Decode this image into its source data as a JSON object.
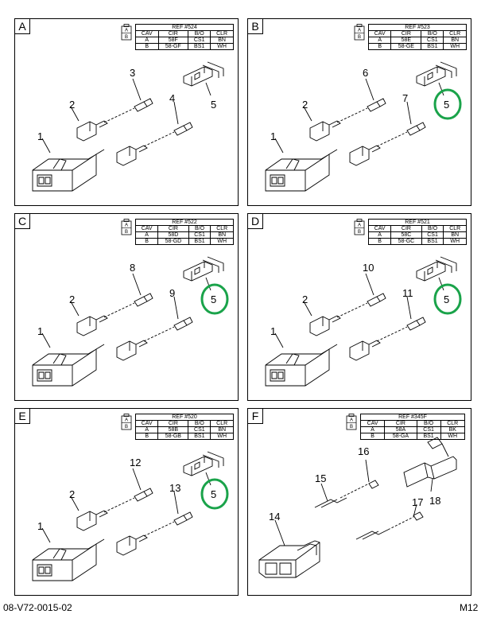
{
  "panels": [
    {
      "letter": "A",
      "ref": "REF #524",
      "headers": [
        "CAV",
        "CIR",
        "B/O",
        "CLR"
      ],
      "rows": [
        [
          "A",
          "58F",
          "CS1",
          "BN"
        ],
        [
          "B",
          "58-GF",
          "BS1",
          "WH"
        ]
      ],
      "callouts": [
        "1",
        "2",
        "3",
        "4",
        "5"
      ],
      "circled": false
    },
    {
      "letter": "B",
      "ref": "REF #523",
      "headers": [
        "CAV",
        "CIR",
        "B/O",
        "CLR"
      ],
      "rows": [
        [
          "A",
          "58E",
          "CS1",
          "BN"
        ],
        [
          "B",
          "58-GE",
          "BS1",
          "WH"
        ]
      ],
      "callouts": [
        "1",
        "2",
        "6",
        "7",
        "5"
      ],
      "circled": true
    },
    {
      "letter": "C",
      "ref": "REF #522",
      "headers": [
        "CAV",
        "CIR",
        "B/O",
        "CLR"
      ],
      "rows": [
        [
          "A",
          "58D",
          "CS1",
          "BN"
        ],
        [
          "B",
          "58-GD",
          "BS1",
          "WH"
        ]
      ],
      "callouts": [
        "1",
        "2",
        "8",
        "9",
        "5"
      ],
      "circled": true
    },
    {
      "letter": "D",
      "ref": "REF #521",
      "headers": [
        "CAV",
        "CIR",
        "B/O",
        "CLR"
      ],
      "rows": [
        [
          "A",
          "58C",
          "CS1",
          "BN"
        ],
        [
          "B",
          "58-GC",
          "BS1",
          "WH"
        ]
      ],
      "callouts": [
        "1",
        "2",
        "10",
        "11",
        "5"
      ],
      "circled": true
    },
    {
      "letter": "E",
      "ref": "REF #520",
      "headers": [
        "CAV",
        "CIR",
        "B/O",
        "CLR"
      ],
      "rows": [
        [
          "A",
          "58B",
          "CS1",
          "BN"
        ],
        [
          "B",
          "58-GB",
          "BS1",
          "WH"
        ]
      ],
      "callouts": [
        "1",
        "2",
        "12",
        "13",
        "5"
      ],
      "circled": true
    },
    {
      "letter": "F",
      "ref": "REF #345F",
      "headers": [
        "CAV",
        "CIR",
        "B/O",
        "CLR"
      ],
      "rows": [
        [
          "A",
          "58A",
          "CS1",
          "BK"
        ],
        [
          "B",
          "58-GA",
          "BS1",
          "WH"
        ]
      ],
      "callouts": [
        "14",
        "15",
        "16",
        "17",
        "18"
      ],
      "circled": false
    }
  ],
  "footer": {
    "left": "08-V72-0015-02",
    "right": "M12"
  },
  "colors": {
    "highlight_circle": "#1aa34a",
    "line": "#000000"
  }
}
